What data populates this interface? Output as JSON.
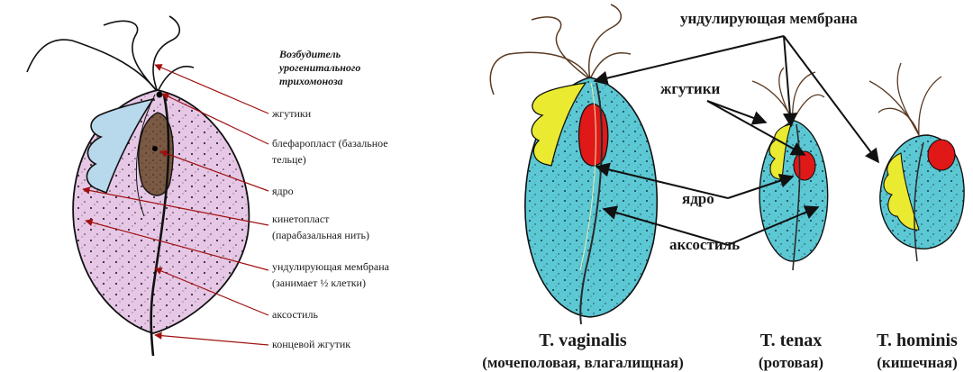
{
  "left_panel": {
    "title_lines": [
      "Возбудитель",
      "урогенитального",
      "трихомоноза"
    ],
    "labels": [
      [
        "жгутики"
      ],
      [
        "блефаропласт (базальное",
        "тельце)"
      ],
      [
        "ядро"
      ],
      [
        "кинетопласт",
        "(парабазальная нить)"
      ],
      [
        "ундулирующая мембрана",
        "(занимает ½ клетки)"
      ],
      [
        "аксостиль"
      ],
      [
        "концевой жгутик"
      ]
    ]
  },
  "right_panel": {
    "label_membrane": "ундулирующая мембрана",
    "label_flagella": "жгутики",
    "label_nucleus": "ядро",
    "label_axostyle": "аксостиль",
    "species": [
      {
        "name": "T. vaginalis",
        "habitat": "(мочеполовая, влагалищная)"
      },
      {
        "name": "T. tenax",
        "habitat": "(ротовая)"
      },
      {
        "name": "T. hominis",
        "habitat": "(кишечная)"
      }
    ]
  },
  "colors": {
    "cytoplasm_left": "#e6c8e6",
    "membrane_left": "#b8d8ec",
    "nucleus_left": "#7a5a44",
    "cytoplasm_right": "#5cc8d4",
    "membrane_right": "#eaea30",
    "nucleus_right": "#e01818",
    "arrow_left": "#a01010"
  }
}
